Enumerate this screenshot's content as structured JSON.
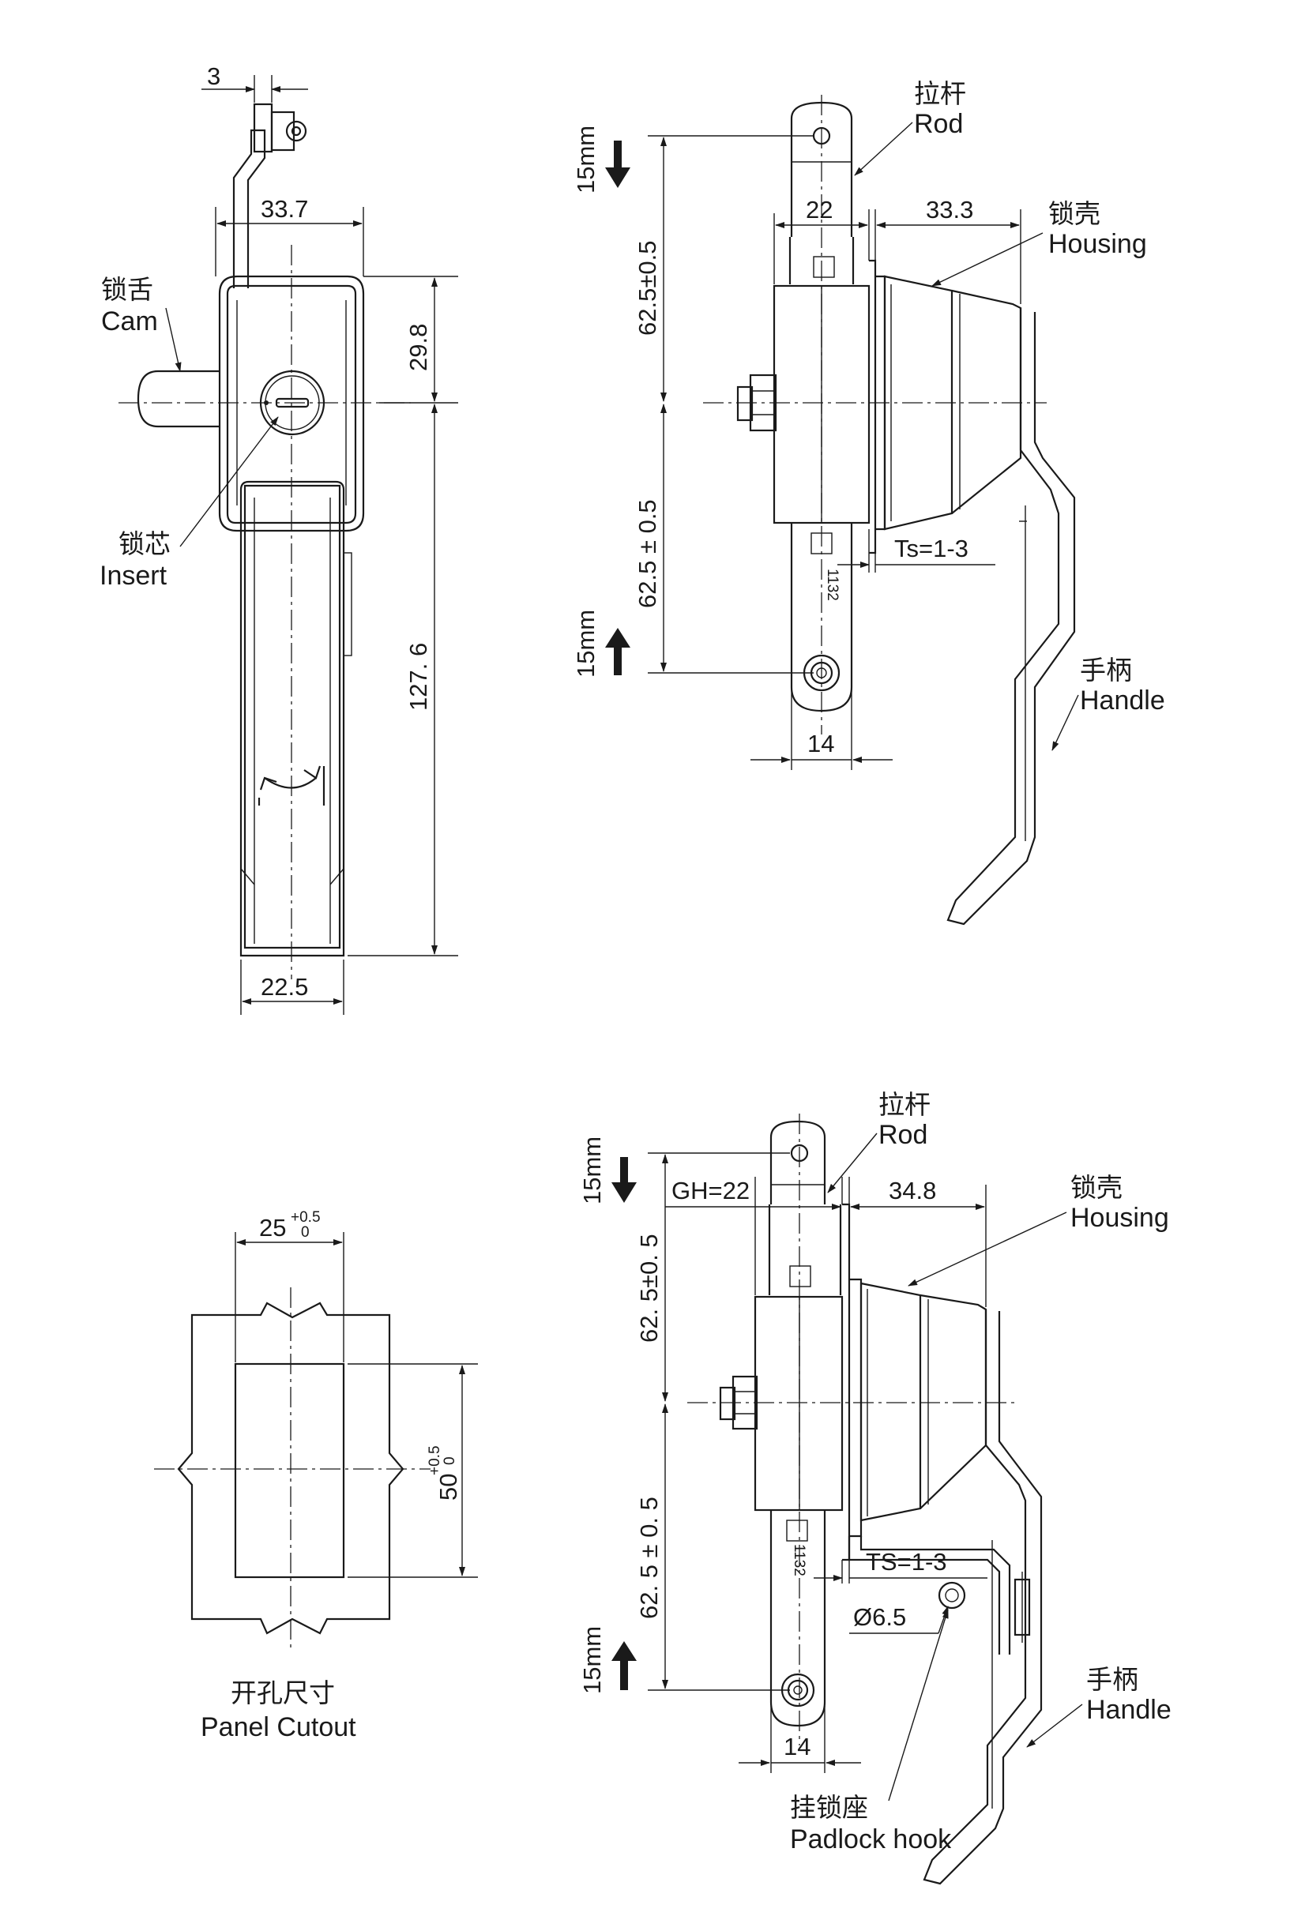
{
  "labels": {
    "rod_zh": "拉杆",
    "rod_en": "Rod",
    "housing_zh": "锁壳",
    "housing_en": "Housing",
    "handle_zh": "手柄",
    "handle_en": "Handle",
    "cam_zh": "锁舌",
    "cam_en": "Cam",
    "insert_zh": "锁芯",
    "insert_en": "Insert",
    "padlock_zh": "挂锁座",
    "padlock_en": "Padlock hook",
    "cutout_zh": "开孔尺寸",
    "cutout_en": "Panel Cutout"
  },
  "front_view": {
    "dim_top": "3",
    "dim_width": "33.7",
    "dim_cam_offset": "29.8",
    "dim_length": "127. 6",
    "dim_bottom_width": "22.5"
  },
  "side_view_1": {
    "stroke_up": "15mm",
    "stroke_down": "15mm",
    "dim_upper": "62.5±0.5",
    "dim_lower": "62.5 ± 0.5",
    "dim_rod_width": "22",
    "dim_housing": "33.3",
    "dim_ts": "Ts=1-3",
    "dim_bottom": "14",
    "part_mark": "1132"
  },
  "side_view_2": {
    "stroke_up": "15mm",
    "stroke_down": "15mm",
    "dim_upper": "62. 5±0. 5",
    "dim_lower": "62. 5 ± 0. 5",
    "dim_gh": "GH=22",
    "dim_housing": "34.8",
    "dim_ts": "TS=1-3",
    "dim_hole": "Ø6.5",
    "dim_bottom": "14",
    "part_mark": "1132"
  },
  "cutout": {
    "width_base": "25",
    "width_tol_upper": "+0.5",
    "width_tol_lower": "0",
    "height_base": "50",
    "height_tol_upper": "+0.5",
    "height_tol_lower": "0"
  }
}
